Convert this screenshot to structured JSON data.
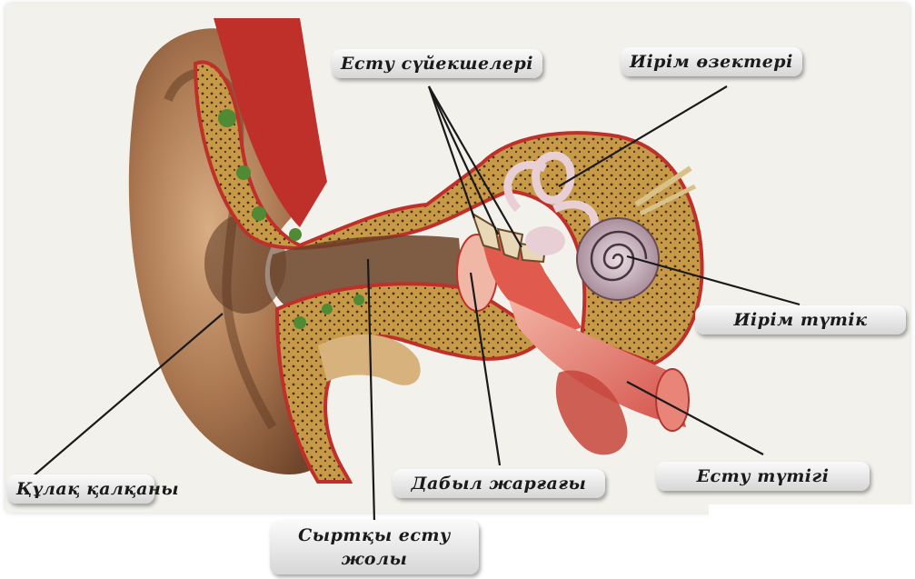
{
  "labels": {
    "ossicles": "Есту сүйекшелері",
    "semicircular_canals": "Иірім өзектері",
    "cochlea": "Иірім түтік",
    "auditory_tube": "Есту түтігі",
    "eardrum": "Дабыл жарғағы",
    "auricle": "Құлақ қалқаны",
    "ear_canal_line1": "Сыртқы есту",
    "ear_canal_line2": "жолы"
  },
  "colors": {
    "auricle": "#8b5a3c",
    "bone": "#c9a050",
    "muscle": "#c0302a",
    "canal": "#e9a08a",
    "leader_line": "#1a1a1a",
    "cochlea": "#b89aa8"
  }
}
